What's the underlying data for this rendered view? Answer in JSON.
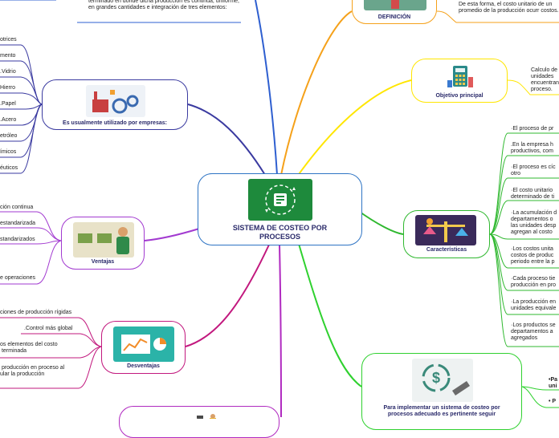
{
  "central": {
    "title": "SISTEMA DE COSTEO POR PROCESOS"
  },
  "top_note": {
    "text": "terminado en donde dicha producción es continua, uniforme, en grandes cantidades e integración de tres elementos:"
  },
  "definicion": {
    "label": "DEFINICIÓN",
    "note": "De esta forma, el costo unitario de un promedio de la producción ocurr costos."
  },
  "objetivo": {
    "label": "Objetivo principal",
    "note": "Calculo de unidades encuentran proceso."
  },
  "empresas": {
    "label": "Es usualmente utilizado por empresas:",
    "items": [
      "otrices",
      "mento",
      ".Vidrio",
      "Hierro",
      ".Papel",
      ".Acero",
      "etróleo",
      "ímicos",
      "éuticos"
    ]
  },
  "ventajas": {
    "label": "Ventajas",
    "items": [
      "ción continua",
      "estandarizada",
      "standarizados",
      "e operaciones"
    ]
  },
  "desventajas": {
    "label": "Desventajas",
    "items": [
      "ciones de producción rígidas",
      ".Control más global",
      "os elementos del costo\n terminada",
      " producción en proceso al\nular la producción"
    ]
  },
  "caracteristicas": {
    "label": "Características",
    "items": [
      "·El proceso de pr",
      ".En la empresa h\nproductivos, com",
      "·El proceso es cíc\notro",
      "·El costo unitario\ndeterminado de ti",
      "·La acumulación d\ndepartamentos o\nlas unidades desp\nagregan al costo",
      "·Los costos unita\ncostos de produc\nperiodo entre la p",
      "·Cada proceso tie\nproducción en pro",
      "·La producción en\nunidades equivale",
      "·Los productos se\ndepartamentos a\nagregados"
    ]
  },
  "implementar": {
    "label": "Para implementar un sistema de costeo por procesos adecuado es pertinente seguir",
    "items": [
      "•Pa\nuni",
      "• P"
    ]
  },
  "colors": {
    "central": "#2e74c4",
    "definicion": "#f5a11a",
    "objetivo": "#ffe600",
    "empresas": "#3a3aa0",
    "ventajas": "#a23ad0",
    "desventajas": "#c2187e",
    "caracteristicas": "#2fb82f",
    "implementar": "#2fd12f",
    "top": "#2e5fd0",
    "bottom": "#b02ac0"
  }
}
